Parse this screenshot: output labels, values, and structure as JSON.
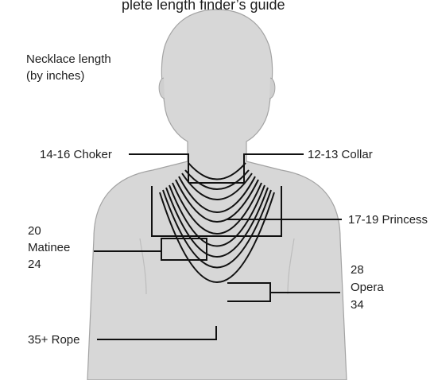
{
  "top_caption": "plete length finder’s guide",
  "title": {
    "line1": "Necklace length",
    "line2": "(by inches)"
  },
  "labels": {
    "choker": "14-16 Choker",
    "collar": "12-13 Collar",
    "princess": "17-19 Princess",
    "matinee": [
      "20",
      "Matinee",
      "24"
    ],
    "opera": [
      "28",
      "Opera",
      "34"
    ],
    "rope": "35+ Rope"
  },
  "colors": {
    "body_fill": "#d7d7d7",
    "body_outline": "#a3a3a3",
    "necklace": "#111111",
    "text": "#1e1e1e"
  }
}
